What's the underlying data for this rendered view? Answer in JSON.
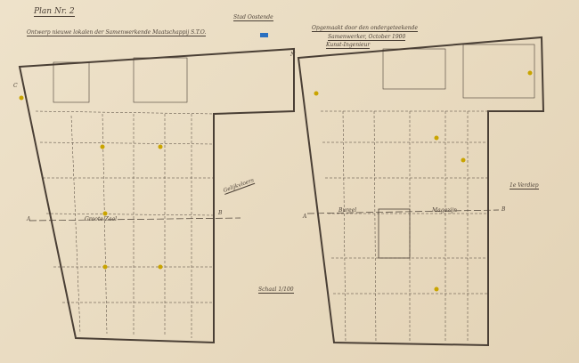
{
  "title": "Plan Nr. 2",
  "street_top": "Stad Oostende",
  "left_caption": "Ontwerp nieuwe lokalen der Samenwerkende Maatschappij S.T.O.",
  "right_caption": "Opgemaakt door den ondergeteekende",
  "right_date": "Samenwerker, October 1900",
  "right_signature": "Kunst-Ingenieur",
  "left_floor": "Gelijkvloers",
  "right_floor": "1e Verdiep",
  "scale": "Schaal 1/100",
  "left_room": "Groote Zaal",
  "right_room_a": "Bureel",
  "right_room_b": "Magazijn",
  "section_marks": [
    "A",
    "B",
    "A",
    "B",
    "C",
    "N"
  ],
  "colors": {
    "paper": "#e9dcc3",
    "ink": "#4a3f35",
    "marker": "#c9a400",
    "blue": "#2a6fc0"
  }
}
